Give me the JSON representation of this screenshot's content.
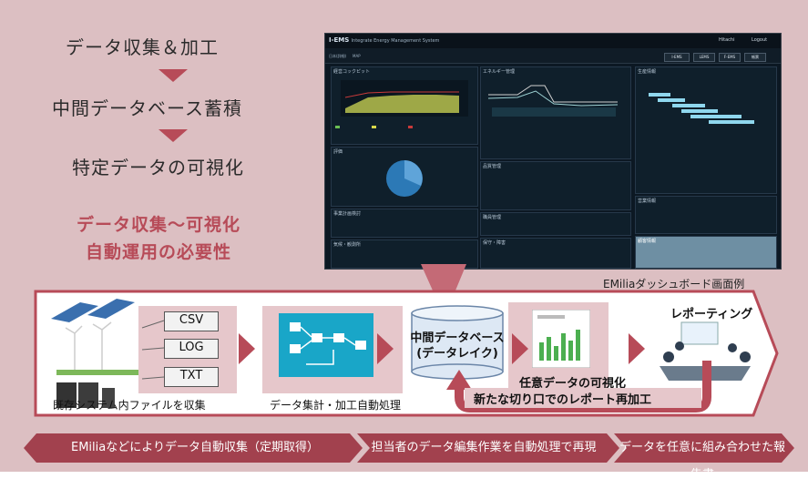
{
  "left_column": {
    "steps": [
      "データ収集＆加工",
      "中間データベース蓄積",
      "特定データの可視化"
    ],
    "highlight_line1": "データ収集〜可視化",
    "highlight_line2": "自動運用の必要性"
  },
  "dashboard": {
    "title": "I-EMS",
    "subtitle": "Integrate Energy Management System",
    "user": "Hitachi",
    "logout": "Logout",
    "map_label": "MAP",
    "location": "日本(詳細)",
    "nav_buttons": [
      "I-EMS",
      "LEMS",
      "F-EMS",
      "帳票"
    ],
    "panels": {
      "p1": "経営コックピット",
      "p2": "エネルギー管理",
      "p3": "生産情報",
      "p4": "評価",
      "p5": "品質管理",
      "p6": "営業情報",
      "p7": "事業計画検討",
      "p8": "職員管理",
      "p9": "顧客情報",
      "p10": "気候・観測所",
      "p11": "保守・障害"
    },
    "caption": "EMiliaダッシュボード画面例"
  },
  "flow": {
    "files": [
      "CSV",
      "LOG",
      "TXT"
    ],
    "collect_label": "既存システム内ファイルを収集",
    "process_label": "データ集計・加工自動処理",
    "db_label_line1": "中間データベース",
    "db_label_line2": "(データレイク)",
    "visual_label": "任意データの可視化",
    "report_label": "レポーティング",
    "reprocess_label": "新たな切り口でのレポート再加工"
  },
  "bottom_bar": [
    "EMiliaなどによりデータ自動収集（定期取得）",
    "担当者のデータ編集作業を自動処理で再現",
    "データを任意に組み合わせた報告書"
  ],
  "colors": {
    "accent": "#b74b58",
    "background": "#dcbfc2",
    "bottom_bar": "#a2414e"
  }
}
